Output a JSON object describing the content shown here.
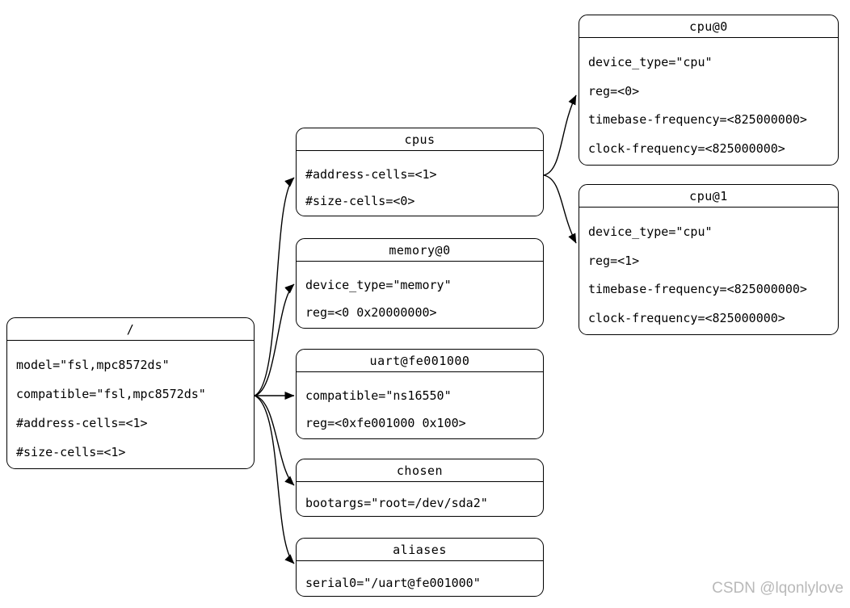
{
  "diagram": {
    "type": "device-tree",
    "nodes": {
      "root": {
        "title": "/",
        "props": [
          "model=\"fsl,mpc8572ds\"",
          "compatible=\"fsl,mpc8572ds\"",
          "#address-cells=<1>",
          "#size-cells=<1>"
        ]
      },
      "cpus": {
        "title": "cpus",
        "props": [
          "#address-cells=<1>",
          "#size-cells=<0>"
        ]
      },
      "memory": {
        "title": "memory@0",
        "props": [
          "device_type=\"memory\"",
          "reg=<0 0x20000000>"
        ]
      },
      "uart": {
        "title": "uart@fe001000",
        "props": [
          "compatible=\"ns16550\"",
          "reg=<0xfe001000 0x100>"
        ]
      },
      "chosen": {
        "title": "chosen",
        "props": [
          "bootargs=\"root=/dev/sda2\""
        ]
      },
      "aliases": {
        "title": "aliases",
        "props": [
          "serial0=\"/uart@fe001000\""
        ]
      },
      "cpu0": {
        "title": "cpu@0",
        "props": [
          "device_type=\"cpu\"",
          "reg=<0>",
          "timebase-frequency=<825000000>",
          "clock-frequency=<825000000>"
        ]
      },
      "cpu1": {
        "title": "cpu@1",
        "props": [
          "device_type=\"cpu\"",
          "reg=<1>",
          "timebase-frequency=<825000000>",
          "clock-frequency=<825000000>"
        ]
      }
    },
    "edges": [
      {
        "from": "/",
        "to": "cpus"
      },
      {
        "from": "/",
        "to": "memory@0"
      },
      {
        "from": "/",
        "to": "uart@fe001000"
      },
      {
        "from": "/",
        "to": "chosen"
      },
      {
        "from": "/",
        "to": "aliases"
      },
      {
        "from": "cpus",
        "to": "cpu@0"
      },
      {
        "from": "cpus",
        "to": "cpu@1"
      }
    ]
  },
  "colors": {
    "background": "#ffffff",
    "line": "#000000",
    "text": "#000000",
    "watermark": "#b9b9b9"
  },
  "watermark": {
    "text": "CSDN @lqonlylove"
  }
}
